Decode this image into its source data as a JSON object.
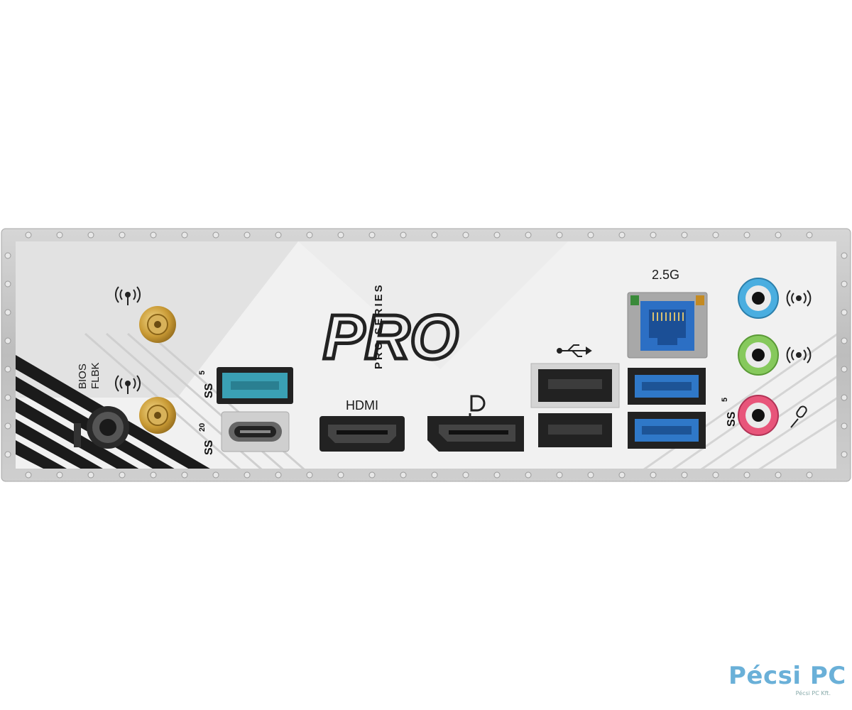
{
  "brand": {
    "logo_text": "PRO",
    "series_text": "PRO SERIES"
  },
  "labels": {
    "bios_line1": "BIOS",
    "bios_line2": "FLBK",
    "hdmi": "HDMI",
    "lan_speed": "2.5G",
    "usb_gen_top": "5",
    "usb_gen_typec": "20",
    "usb_gen_right": "5",
    "ss_prefix": "SS"
  },
  "icons": {
    "wifi_antenna": "wifi-antenna-icon",
    "usb": "usb-trident-icon",
    "displayport": "displayport-icon",
    "line_in": "line-in-icon",
    "line_out": "line-out-icon",
    "microphone": "microphone-icon"
  },
  "colors": {
    "usb3_blue": "#2f78c8",
    "usb_teal": "#3aa0b4",
    "lan_blue": "#2c6fc4",
    "audio_blue": "#4aaee0",
    "audio_green": "#86c95c",
    "audio_pink": "#e8557a",
    "antenna_gold": "#caa043"
  },
  "watermark": {
    "text": "Pécsi PC",
    "subtext": "Pécsi PC Kft."
  }
}
